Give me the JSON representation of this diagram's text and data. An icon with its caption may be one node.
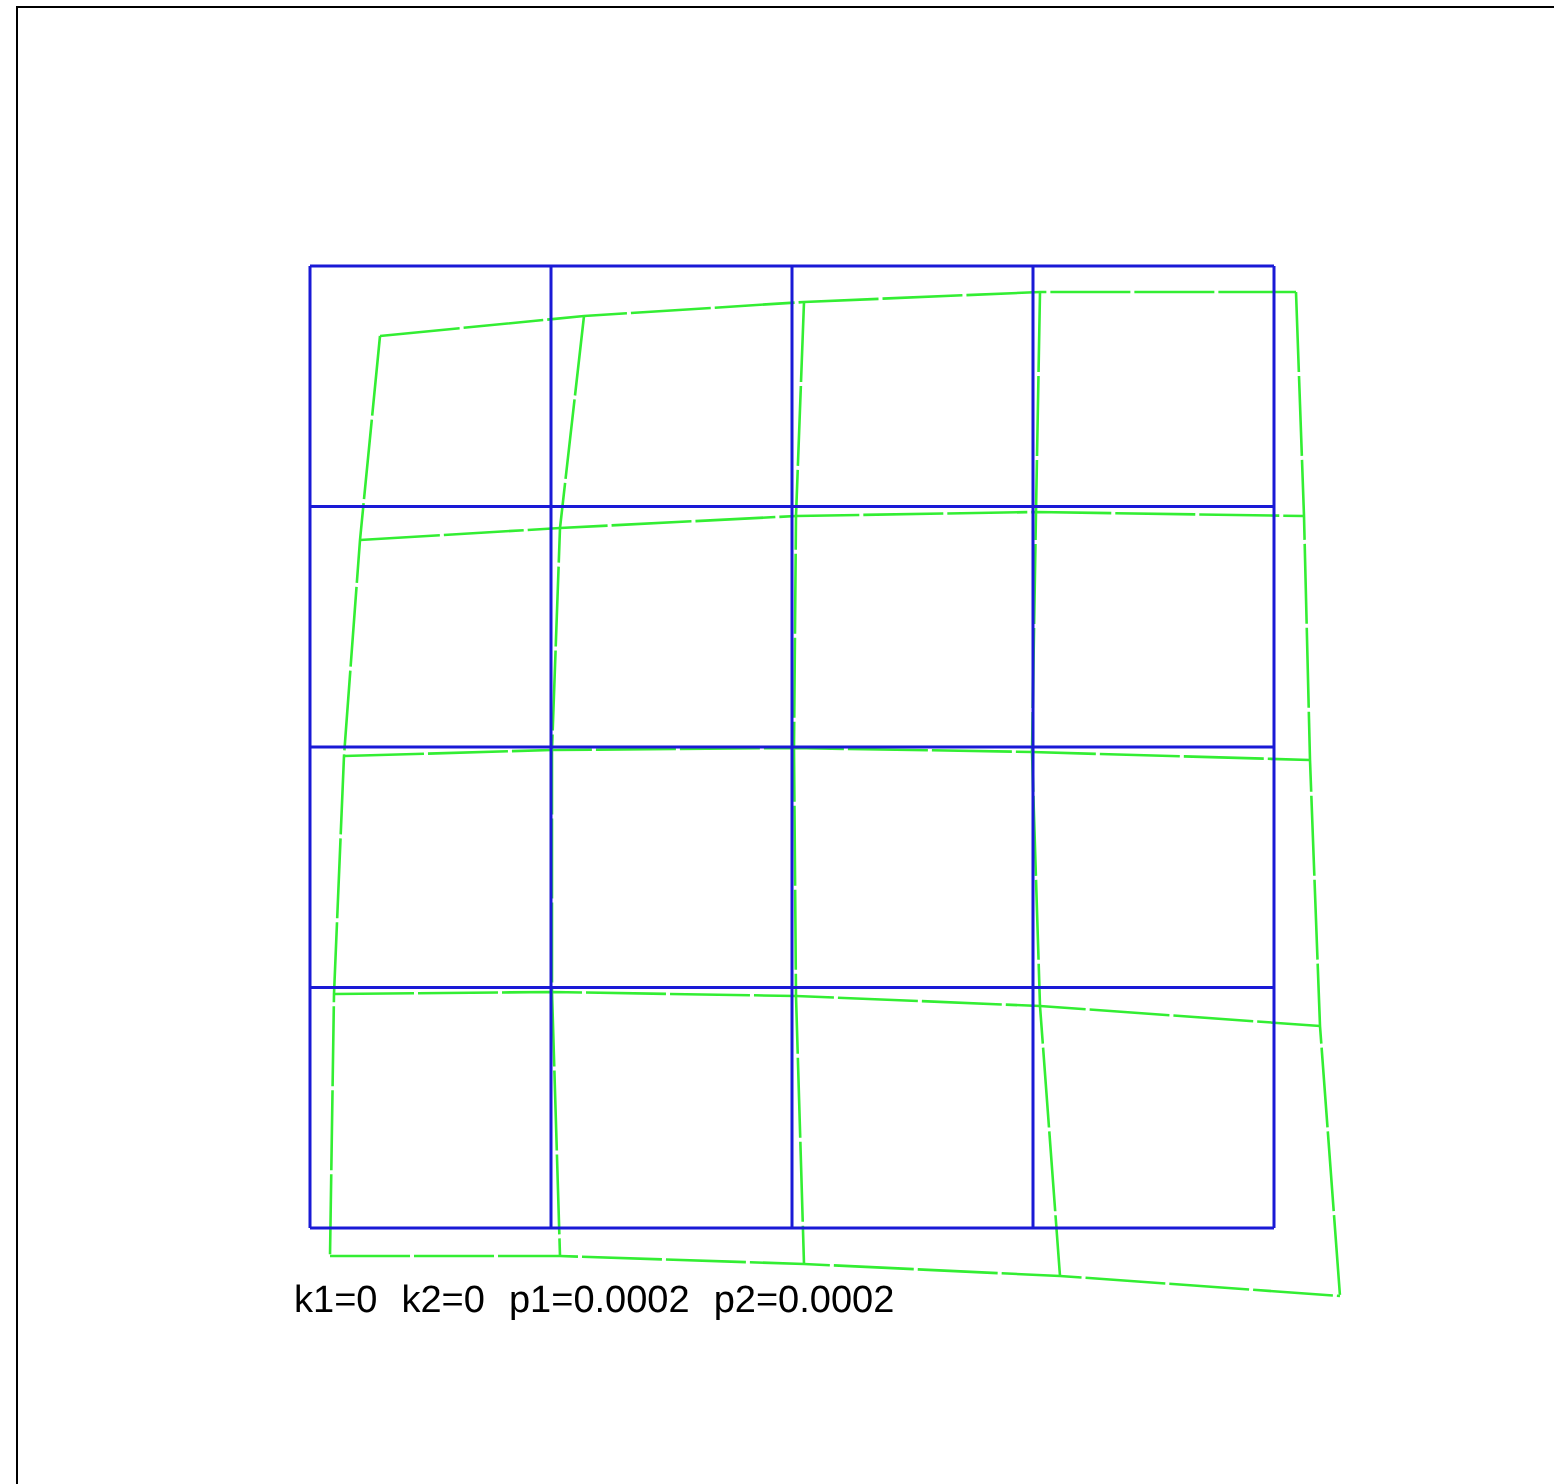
{
  "diagram": {
    "labels": [
      "k1=0",
      "k2=0",
      "p1=0.0002",
      "p2=0.0002"
    ]
  }
}
